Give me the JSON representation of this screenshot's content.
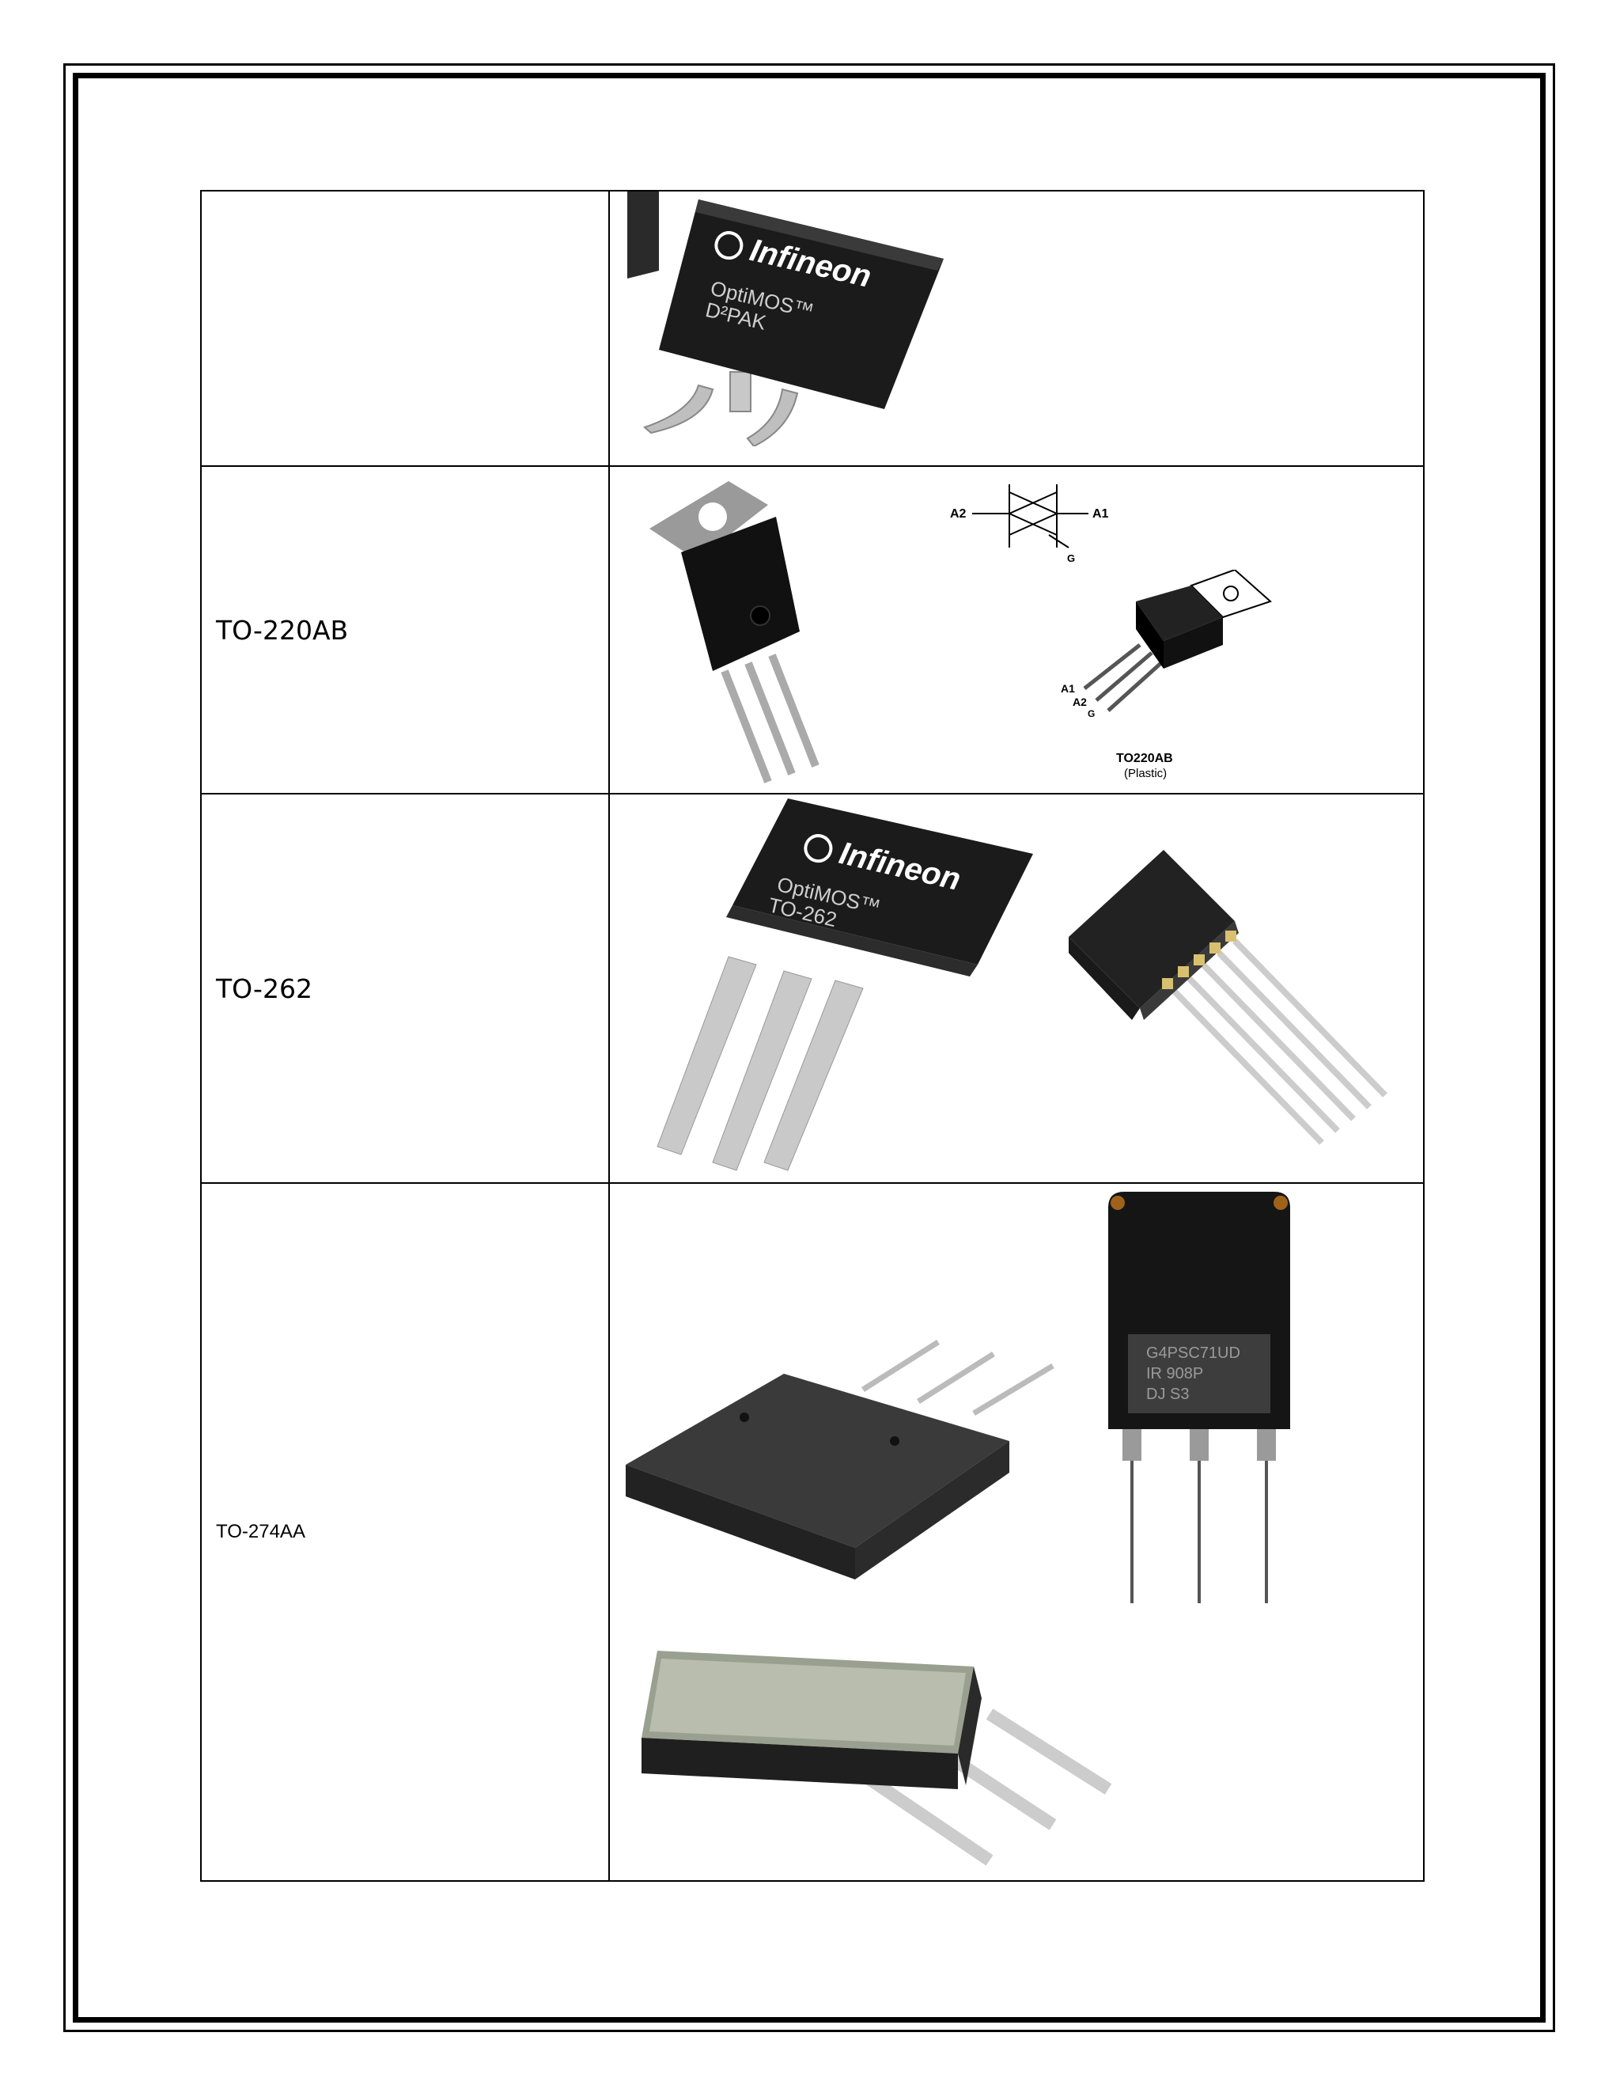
{
  "rows": [
    {
      "label": "",
      "images": [
        {
          "icon": "d2pak-package-image",
          "brand": "Infineon",
          "line1": "OptiMOS™",
          "line2": "D²PAK"
        }
      ]
    },
    {
      "label": "TO-220AB",
      "images": [
        {
          "icon": "to220ab-package-image"
        },
        {
          "icon": "triac-symbol-diagram",
          "pins": [
            "A2",
            "A1",
            "G"
          ]
        },
        {
          "icon": "to220ab-drawing-image",
          "pins": [
            "A1",
            "A2",
            "G"
          ],
          "caption": "TO220AB",
          "subcaption": "(Plastic)"
        }
      ]
    },
    {
      "label": "TO-262",
      "images": [
        {
          "icon": "to262-package-image",
          "brand": "Infineon",
          "line1": "OptiMOS™",
          "line2": "TO-262"
        },
        {
          "icon": "five-lead-package-image"
        }
      ]
    },
    {
      "label": "TO-274AA",
      "images": [
        {
          "icon": "to274aa-angled-package-image"
        },
        {
          "icon": "to274aa-front-package-image",
          "marking": [
            "G4PSC71UD",
            "IR 908P",
            "DJ S3"
          ]
        },
        {
          "icon": "to274aa-side-package-image"
        }
      ]
    }
  ]
}
